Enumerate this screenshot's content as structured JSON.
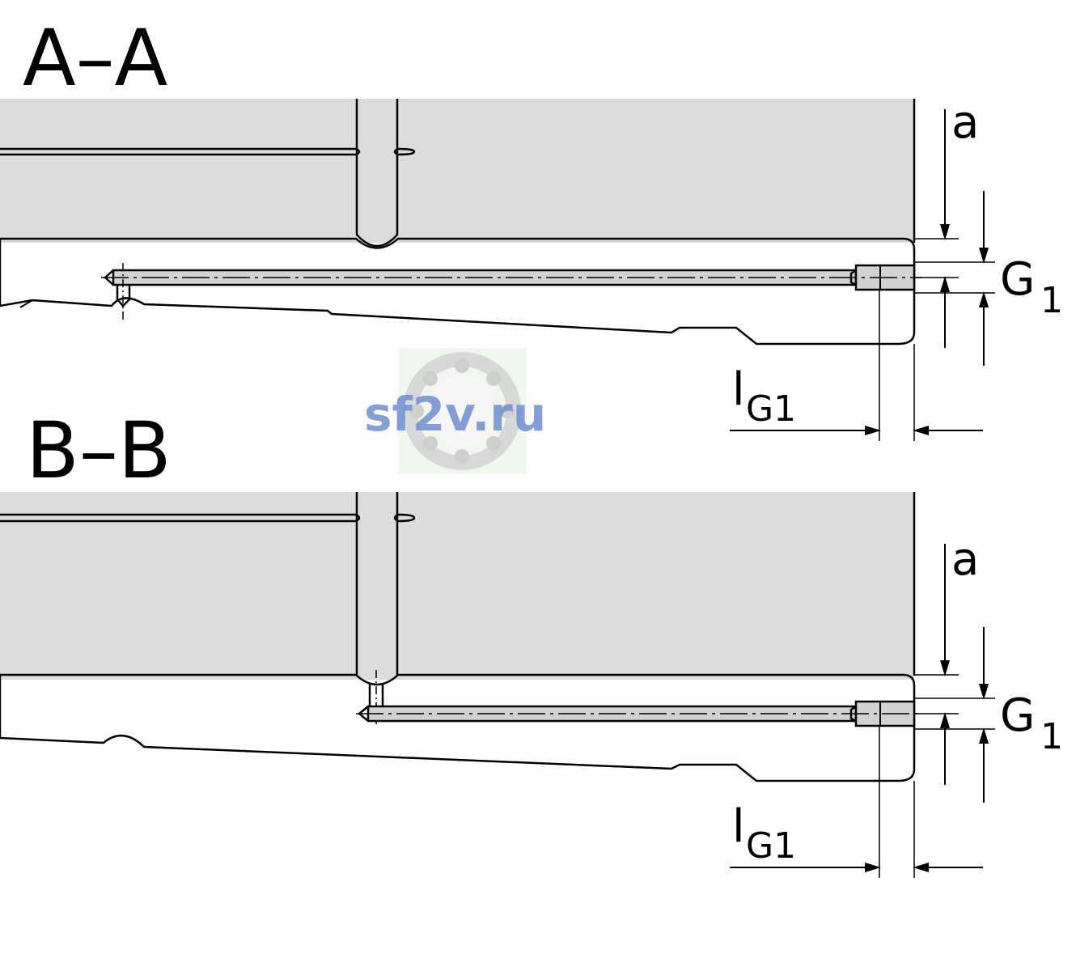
{
  "sections": [
    {
      "id": "aa",
      "title": "A–A",
      "dims": {
        "a": "a",
        "g_main": "G",
        "g_sub": "1",
        "l_main": "l",
        "l_sub": "G1"
      }
    },
    {
      "id": "bb",
      "title": "B–B",
      "dims": {
        "a": "a",
        "g_main": "G",
        "g_sub": "1",
        "l_main": "l",
        "l_sub": "G1"
      }
    }
  ],
  "watermark": {
    "text": "sf2v.ru"
  },
  "colors": {
    "housing_grey": "#dcdcdc",
    "rail_teal": "#a3c8c8",
    "bore_grey": "#d2d2d2",
    "outline": "#000000",
    "watermark_blue": "#6f8fd0"
  }
}
